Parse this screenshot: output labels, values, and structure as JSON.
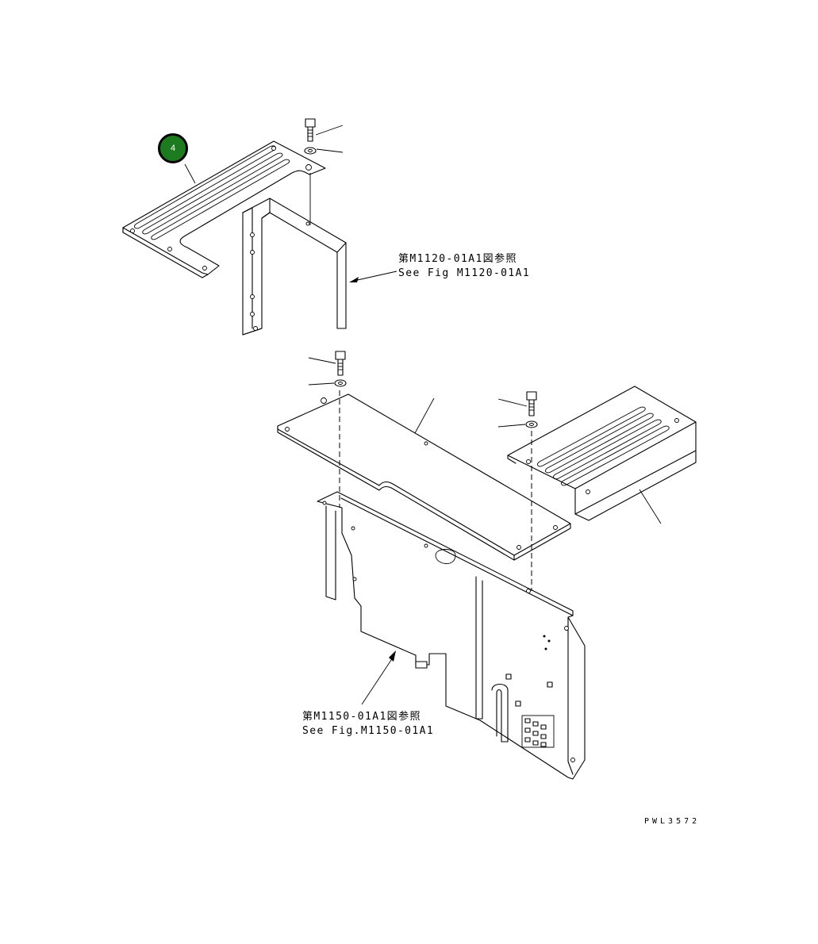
{
  "callouts": [
    {
      "number": "4",
      "color": "#1e7a1e"
    }
  ],
  "references": [
    {
      "jp": "第M1120-01A1図参照",
      "en": "See Fig M1120-01A1"
    },
    {
      "jp": "第M1150-01A1図参照",
      "en": "See Fig.M1150-01A1"
    }
  ],
  "drawing_code": "PWL3572"
}
